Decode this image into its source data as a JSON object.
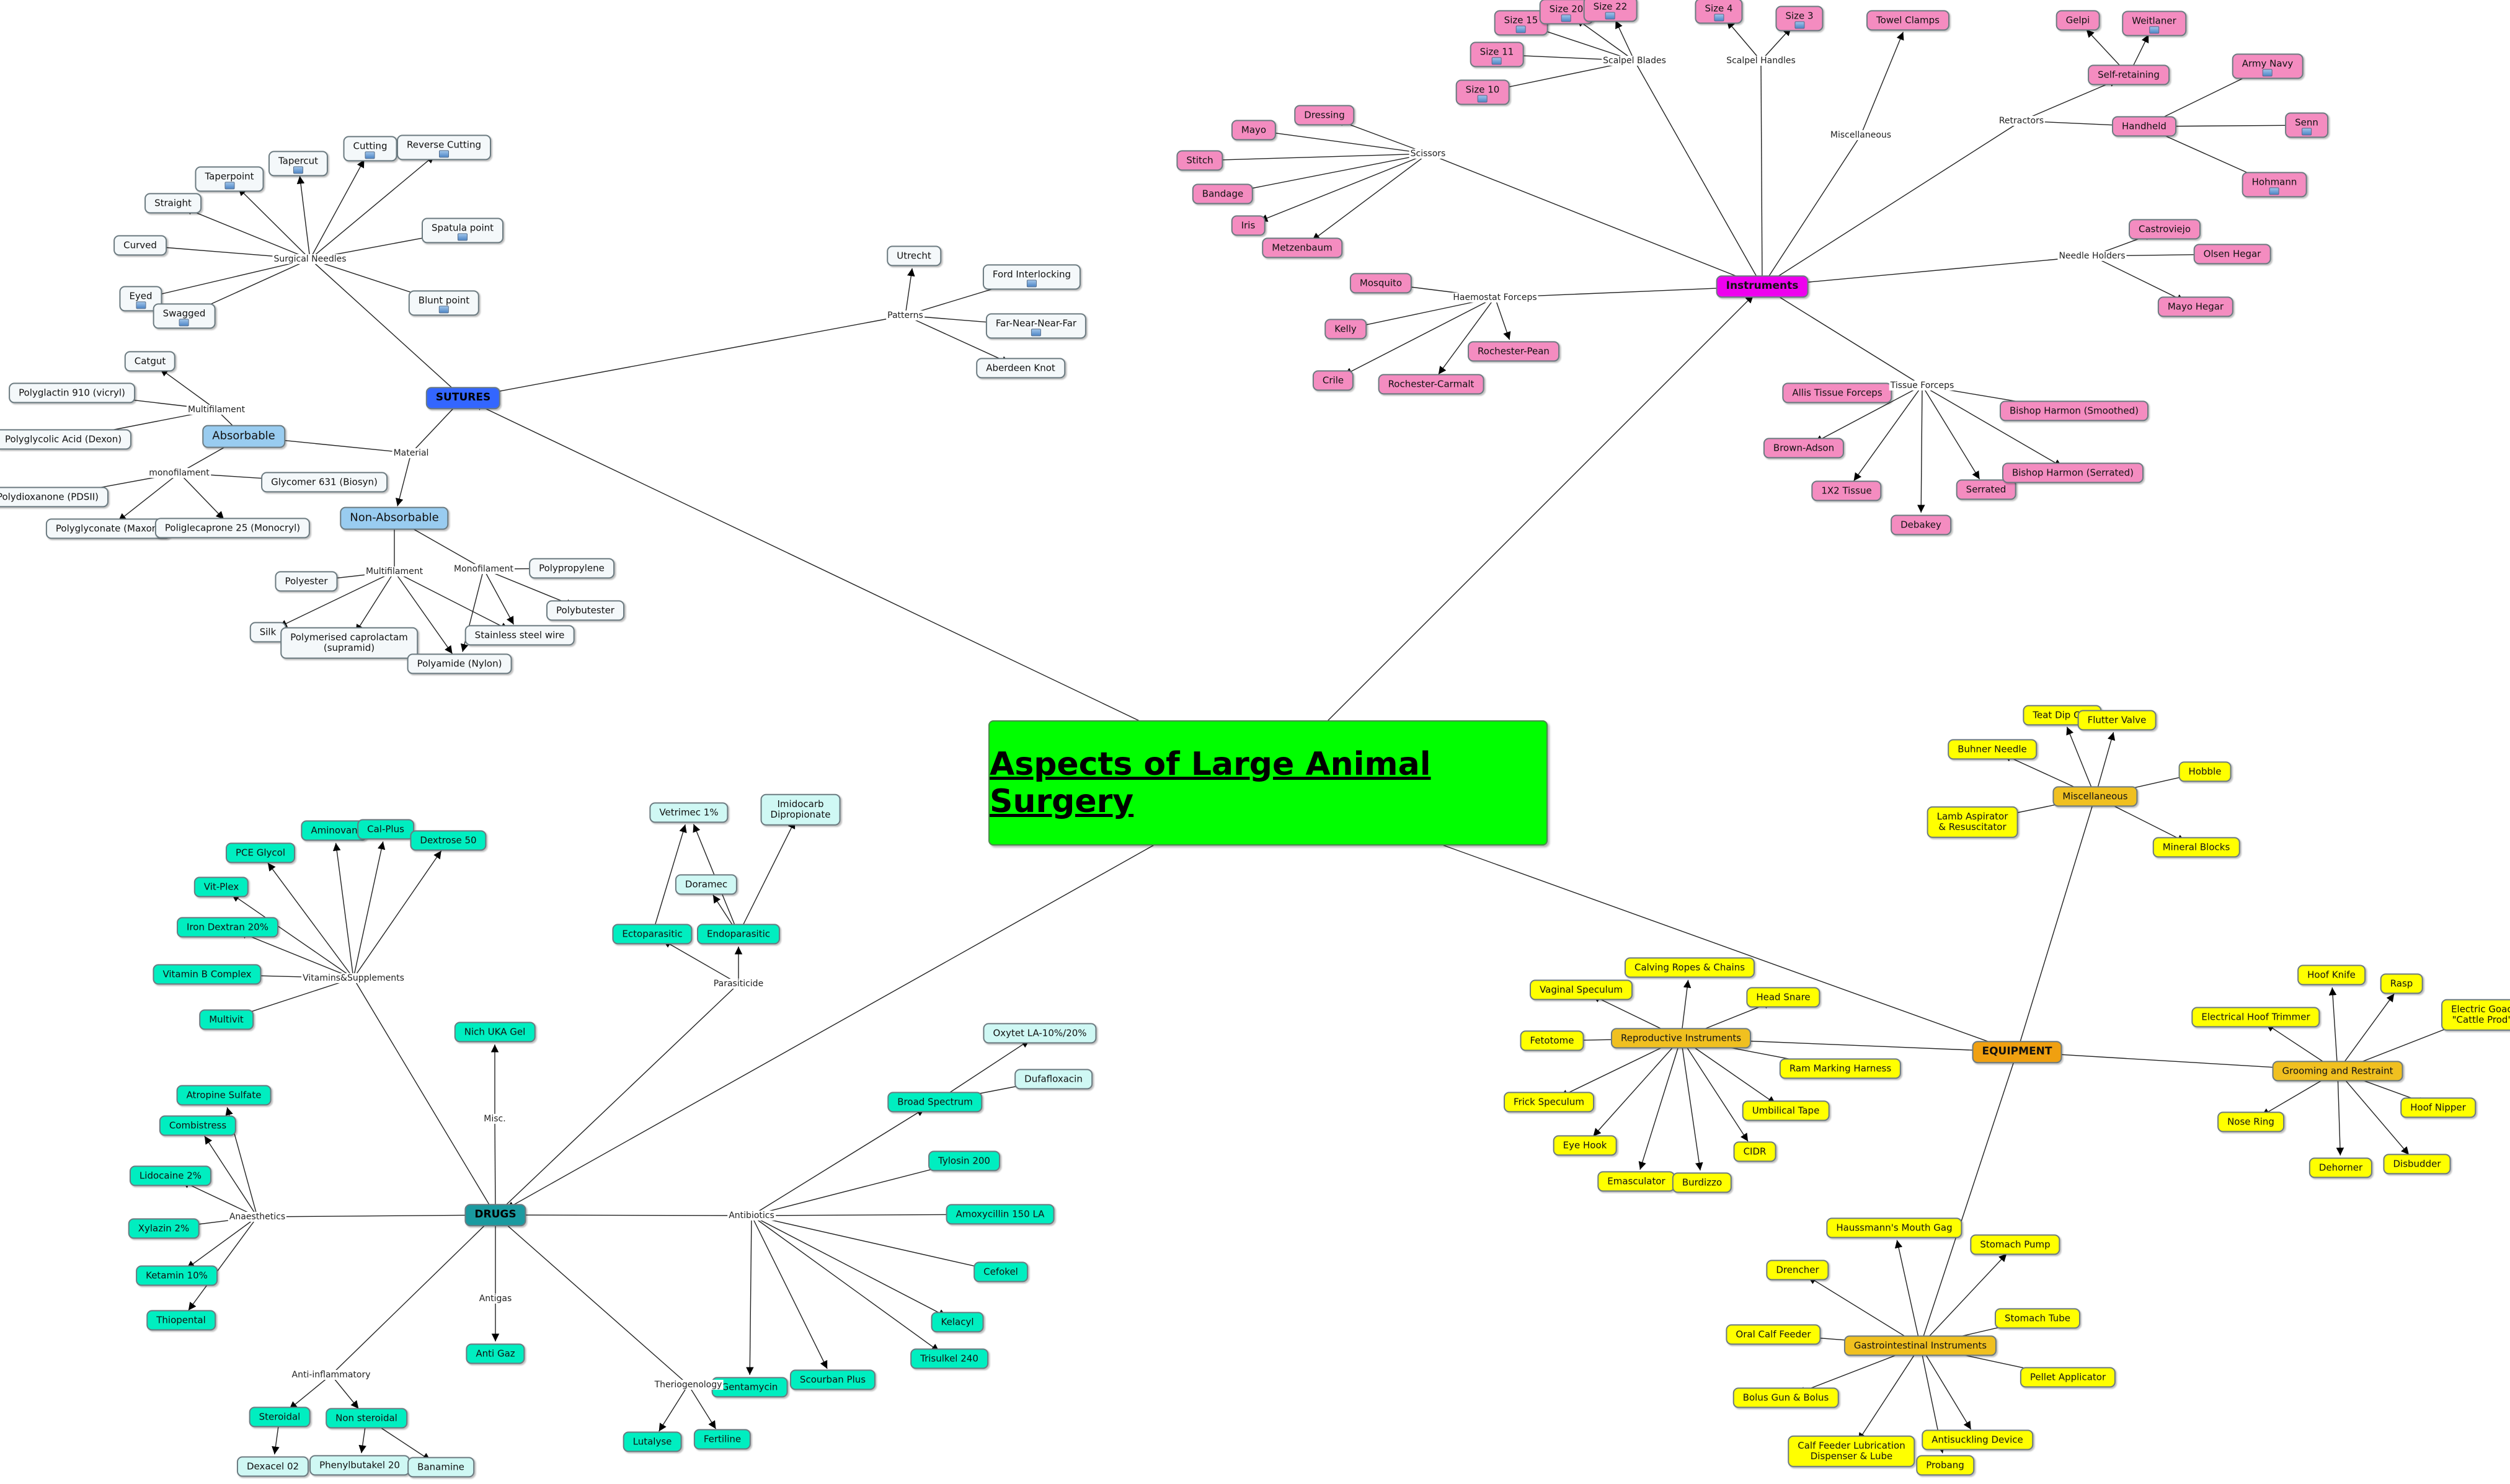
{
  "title": "Aspects of Large Animal Surgery",
  "colors": {
    "root": "#00ff00",
    "sutures_hub": "#3366ff",
    "suture_class": "#99ccf0",
    "suture_item": "#f4f8fa",
    "instruments_hub": "#ee00ee",
    "instrument_item": "#f48cc0",
    "equipment_hub": "#f0a010",
    "equipment_group": "#f0c020",
    "equipment_item": "#ffff00",
    "drugs_hub": "#1a9aa0",
    "drug_item": "#00eec0",
    "drug_item_light": "#cff8f4"
  },
  "icons": {
    "attachment": "attachment-icon"
  },
  "nodes": {
    "sutures": "SUTURES",
    "instruments": "Instruments",
    "equipment": "EQUIPMENT",
    "drugs": "DRUGS",
    "absorbable": "Absorbable",
    "non_absorbable": "Non-Absorbable",
    "catgut": "Catgut",
    "polyglactin": "Polyglactin 910 (vicryl)",
    "polyglycolic": "Polyglycolic Acid (Dexon)",
    "polydioxanone": "Polydioxanone (PDSII)",
    "polyglyconate": "Polyglyconate (Maxon)",
    "poliglecaprone": "Poliglecaprone 25 (Monocryl)",
    "glycomer": "Glycomer 631 (Biosyn)",
    "polyester": "Polyester",
    "silk": "Silk",
    "polymerised": "Polymerised caprolactam\n(supramid)",
    "polyamide": "Polyamide (Nylon)",
    "stainless": "Stainless steel wire",
    "polypropylene": "Polypropylene",
    "polybutester": "Polybutester",
    "taperpoint": "Taperpoint",
    "tapercut": "Tapercut",
    "cutting": "Cutting",
    "reverse_cutting": "Reverse Cutting",
    "straight": "Straight",
    "curved": "Curved",
    "eyed": "Eyed",
    "swagged": "Swagged",
    "spatula": "Spatula point",
    "blunt": "Blunt point",
    "utrecht": "Utrecht",
    "ford": "Ford Interlocking",
    "far_near": "Far-Near-Near-Far",
    "aberdeen": "Aberdeen Knot",
    "size15": "Size 15",
    "size20": "Size 20",
    "size22": "Size 22",
    "size11": "Size 11",
    "size10": "Size 10",
    "size4": "Size 4",
    "size3": "Size 3",
    "towel_clamps": "Towel Clamps",
    "gelpi": "Gelpi",
    "weitlaner": "Weitlaner",
    "self_retaining": "Self-retaining",
    "army_navy": "Army Navy",
    "handheld": "Handheld",
    "senn": "Senn",
    "hohmann": "Hohmann",
    "dressing": "Dressing",
    "mayo": "Mayo",
    "stitch": "Stitch",
    "bandage": "Bandage",
    "iris": "Iris",
    "metzenbaum": "Metzenbaum",
    "mosquito": "Mosquito",
    "kelly": "Kelly",
    "crile": "Crile",
    "rochester_carmalt": "Rochester-Carmalt",
    "rochester_pean": "Rochester-Pean",
    "castroviejo": "Castroviejo",
    "olsen_hegar": "Olsen Hegar",
    "mayo_hegar": "Mayo Hegar",
    "allis": "Allis Tissue Forceps",
    "brown_adson": "Brown-Adson",
    "tissue132": "1X2 Tissue",
    "debakey": "Debakey",
    "serrated": "Serrated",
    "bishop_smooth": "Bishop Harmon (Smoothed)",
    "bishop_serrated": "Bishop Harmon (Serrated)",
    "teat_dip": "Teat Dip Cup",
    "flutter_valve": "Flutter Valve",
    "buhner": "Buhner Needle",
    "hobble": "Hobble",
    "misc_eq": "Miscellaneous",
    "lamb_aspirator": "Lamb Aspirator\n& Resuscitator",
    "mineral_blocks": "Mineral Blocks",
    "hoof_knife": "Hoof Knife",
    "rasp": "Rasp",
    "elec_hoof": "Electrical Hoof Trimmer",
    "elec_goad": "Electric Goad\n\"Cattle Prod\"",
    "grooming": "Grooming and Restraint",
    "nose_ring": "Nose Ring",
    "hoof_nipper": "Hoof Nipper",
    "dehorner": "Dehorner",
    "disbudder": "Disbudder",
    "vaginal_speculum": "Vaginal Speculum",
    "calving_ropes": "Calving Ropes & Chains",
    "head_snare": "Head Snare",
    "fetotome": "Fetotome",
    "reproductive": "Reproductive Instruments",
    "ram_harness": "Ram Marking Harness",
    "frick": "Frick Speculum",
    "umbilical_tape": "Umbilical Tape",
    "eye_hook": "Eye Hook",
    "cidr": "CIDR",
    "emasculator": "Emasculator",
    "burdizzo": "Burdizzo",
    "haussmann": "Haussmann's Mouth Gag",
    "stomach_pump": "Stomach Pump",
    "drencher": "Drencher",
    "stomach_tube": "Stomach Tube",
    "oral_calf": "Oral Calf Feeder",
    "gastro": "Gastrointestinal Instruments",
    "pellet": "Pellet Applicator",
    "bolus_gun": "Bolus Gun & Bolus",
    "antisuckling": "Antisuckling Device",
    "calf_feeder": "Calf Feeder Lubrication\nDispenser & Lube",
    "probang": "Probang",
    "vetrimec": "Vetrimec 1%",
    "imidocarb": "Imidocarb\nDipropionate",
    "doramec": "Doramec",
    "ectoparasitic": "Ectoparasitic",
    "endoparasitic": "Endoparasitic",
    "pce_glycol": "PCE Glycol",
    "aminovan": "Aminovan",
    "cal_plus": "Cal-Plus",
    "dextrose": "Dextrose 50",
    "vit_plex": "Vit-Plex",
    "iron_dextran": "Iron Dextran 20%",
    "vit_b": "Vitamin B Complex",
    "multivit": "Multivit",
    "nich_uka": "Nich UKA Gel",
    "oxytet": "Oxytet LA-10%/20%",
    "dufafloxacin": "Dufafloxacin",
    "broad_spectrum": "Broad Spectrum",
    "tylosin": "Tylosin 200",
    "amoxycillin": "Amoxycillin 150 LA",
    "cefokel": "Cefokel",
    "kelacyl": "Kelacyl",
    "trisulkel": "Trisulkel 240",
    "scourban": "Scourban Plus",
    "gentamycin": "Gentamycin",
    "atropine": "Atropine Sulfate",
    "combistress": "Combistress",
    "lidocaine": "Lidocaine 2%",
    "xylazin": "Xylazin 2%",
    "ketamin": "Ketamin 10%",
    "thiopental": "Thiopental",
    "anti_gas": "Anti Gaz",
    "steroidal": "Steroidal",
    "non_steroidal": "Non steroidal",
    "dexacel": "Dexacel 02",
    "phenylbutakel": "Phenylbutakel 20",
    "banamine": "Banamine",
    "lutalyse": "Lutalyse",
    "fertiline": "Fertiline"
  },
  "links": {
    "material": "Material",
    "multifilament_a": "Multifilament",
    "monofilament_a": "monofilament",
    "multifilament_n": "Multifilament",
    "monofilament_n": "Monofilament",
    "surgical_needles": "Surgical Needles",
    "patterns": "Patterns",
    "scalpel_blades": "Scalpel Blades",
    "scalpel_handles": "Scalpel Handles",
    "miscellaneous_i": "Miscellaneous",
    "retractors": "Retractors",
    "scissors": "Scissors",
    "haemostat": "Haemostat Forceps",
    "needle_holders": "Needle Holders",
    "tissue_forceps": "Tissue Forceps",
    "parasiticide": "Parasiticide",
    "vitamins": "Vitamins\n&\nSupplements",
    "misc_d": "Misc.",
    "antibiotics": "Antibiotics",
    "anaesthetics": "Anaesthetics",
    "antigas": "Antigas",
    "anti_inflammatory": "Anti-inflammatory",
    "theriogenology": "Theriogenology"
  }
}
